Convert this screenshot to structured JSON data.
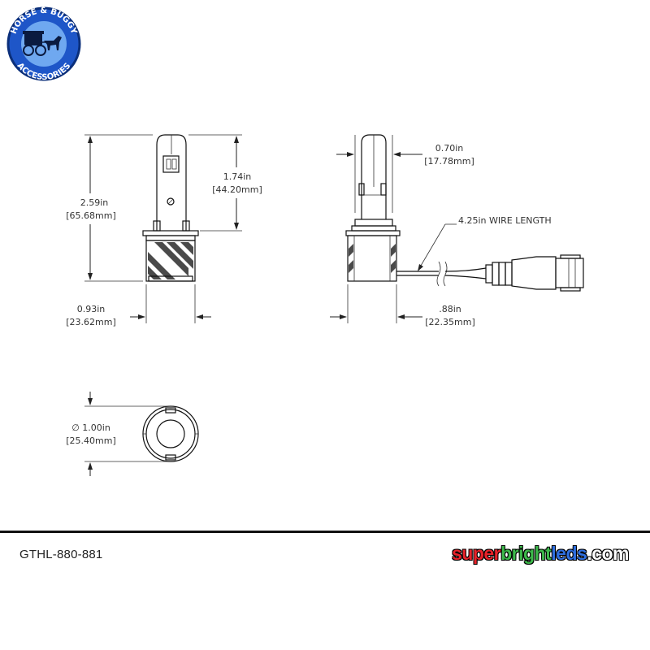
{
  "logo": {
    "top_text": "HORSE & BUGGY",
    "bottom_text": "ACCESSORIES",
    "icon": "horse-buggy-icon",
    "colors": {
      "ring": "#1e56c8",
      "center": "#6fa8f0",
      "text": "#ffffff"
    }
  },
  "dimensions": {
    "overall_height": {
      "in": "2.59in",
      "mm": "[65.68mm]"
    },
    "stem_height": {
      "in": "1.74in",
      "mm": "[44.20mm]"
    },
    "base_width_front": {
      "in": "0.93in",
      "mm": "[23.62mm]"
    },
    "stem_width_side": {
      "in": "0.70in",
      "mm": "[17.78mm]"
    },
    "wire_length": "4.25in WIRE LENGTH",
    "base_width_side": {
      "in": ".88in",
      "mm": "[22.35mm]"
    },
    "diameter": {
      "in": "∅ 1.00in",
      "mm": "[25.40mm]"
    }
  },
  "footer": {
    "part_number": "GTHL-880-881",
    "brand": {
      "part1": "super",
      "part2": "bright",
      "part3": "leds",
      "part4": ".com"
    },
    "brand_colors": [
      "#e8222a",
      "#3cb84a",
      "#2f6fe0",
      "#ffffff"
    ]
  }
}
